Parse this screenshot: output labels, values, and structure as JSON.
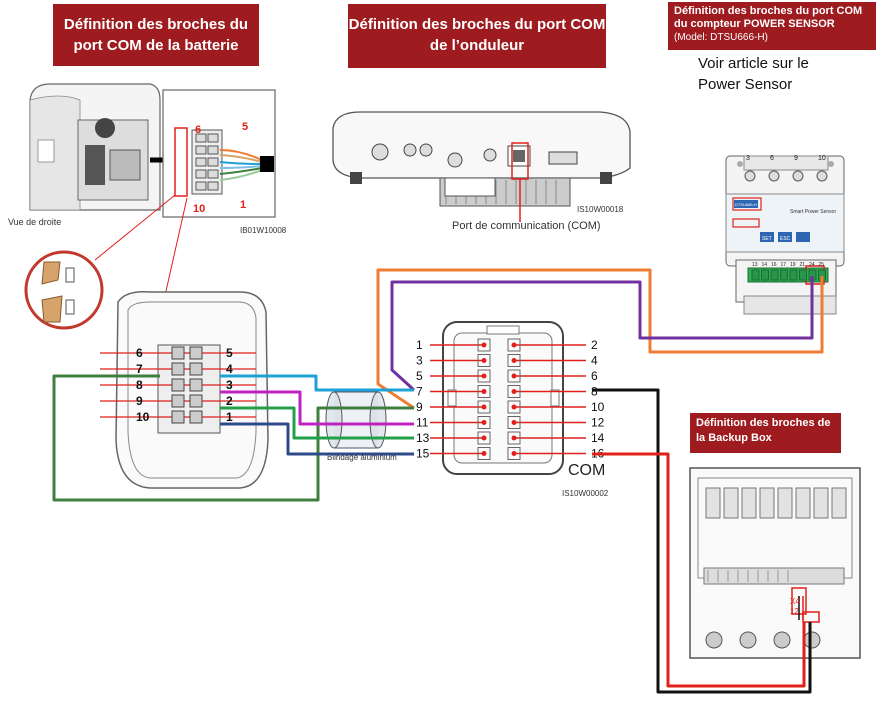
{
  "banners": {
    "battery_com": "Définition des broches du port COM de la batterie",
    "inverter_com": "Définition des broches du port COM de l’onduleur",
    "power_sensor_com": "Définition des broches du port COM du compteur POWER SENSOR",
    "power_sensor_model": "(Model: DTSU666-H)",
    "backup_box": "Définition des broches de la Backup Box"
  },
  "note": {
    "line1": "Voir article sur le",
    "line2": "Power Sensor"
  },
  "battery": {
    "view_label": "Vue de droite",
    "image_code": "IB01W10008",
    "pin_left_top": "6",
    "pin_right_top": "5",
    "pin_left_bottom": "10",
    "pin_right_bottom": "1",
    "connector_left_pins": [
      "6",
      "7",
      "8",
      "9",
      "10"
    ],
    "connector_right_pins": [
      "5",
      "4",
      "3",
      "2",
      "1"
    ]
  },
  "inverter": {
    "image_code": "IS10W00018",
    "com_port_label": "Port de communication (COM)"
  },
  "com_connector": {
    "left_pins": [
      "1",
      "3",
      "5",
      "7",
      "9",
      "11",
      "13",
      "15"
    ],
    "right_pins": [
      "2",
      "4",
      "6",
      "8",
      "10",
      "12",
      "14",
      "16"
    ],
    "label": "COM",
    "image_code": "IS10W00002"
  },
  "shield_label": "Blindage aluminium",
  "power_sensor": {
    "top_terminals": [
      "3",
      "6",
      "9",
      "10"
    ],
    "bottom_terminals": [
      "13",
      "14",
      "16",
      "17",
      "19",
      "21",
      "24",
      "25"
    ],
    "brand": "Smart Power Sensor",
    "model_tag": "DTSU666-H",
    "buttons": [
      "SET",
      "ESC"
    ]
  },
  "backup_box": {
    "terminal_label": "X4",
    "terminal_pin": "12"
  },
  "colors": {
    "banner": "#9e1b1f",
    "wire_orange": "#ee7d31",
    "wire_purple": "#7030a0",
    "wire_black": "#111111",
    "wire_red": "#e0201b",
    "wire_green": "#3f7f3f",
    "wire_cyan": "#1da1d6",
    "wire_magenta": "#c021c0",
    "wire_navy": "#2f4a8a",
    "pin_line_red": "#e0201b"
  }
}
